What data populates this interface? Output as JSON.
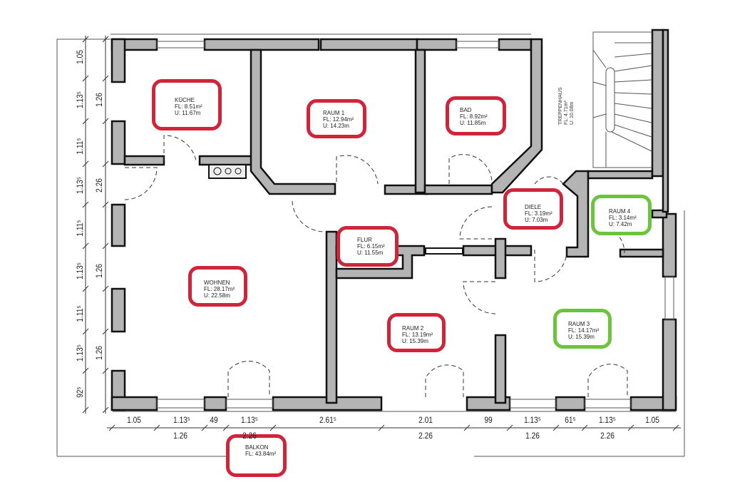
{
  "rooms": [
    {
      "name": "KÜCHE",
      "fl": "FL: 8.51m²",
      "u": "U: 11.67m",
      "highlight": "#d0243a"
    },
    {
      "name": "RAUM 1",
      "fl": "FL: 12.94m²",
      "u": "U: 14.23m",
      "highlight": "#d0243a"
    },
    {
      "name": "BAD",
      "fl": "FL: 8.92m²",
      "u": "U: 11.85m",
      "highlight": "#d0243a"
    },
    {
      "name": "DIELE",
      "fl": "FL: 3.19m²",
      "u": "U: 7.03m",
      "highlight": "#d0243a"
    },
    {
      "name": "RAUM 4",
      "fl": "FL: 3.14m²",
      "u": "U: 7.42m",
      "highlight": "#6cc43a"
    },
    {
      "name": "FLUR",
      "fl": "FL: 6.15m²",
      "u": "U: 11.55m",
      "highlight": "#d0243a"
    },
    {
      "name": "WOHNEN",
      "fl": "FL: 28.17m²",
      "u": "U: 22.58m",
      "highlight": "#d0243a"
    },
    {
      "name": "RAUM 2",
      "fl": "FL: 13.19m²",
      "u": "U: 15.39m",
      "highlight": "#d0243a"
    },
    {
      "name": "RAUM 3",
      "fl": "FL: 14.17m²",
      "u": "U: 15.39m",
      "highlight": "#6cc43a"
    },
    {
      "name": "BALKON",
      "fl": "FL: 43.84m²",
      "highlight": "#d0243a"
    }
  ],
  "treppenhaus": {
    "name": "TREPPENHAUS",
    "fl": "FL: 4.71m²",
    "u": "U: 10.08m"
  },
  "dimensions": {
    "bottom_row1": [
      "1.05",
      "1.13⁵",
      "49",
      "1.13⁵",
      "2.61⁵",
      "2.01",
      "99",
      "1.13⁵",
      "61⁵",
      "1.13⁵",
      "1.05"
    ],
    "bottom_row2": [
      "1.26",
      "2.26",
      "2.26",
      "1.26",
      "2.26"
    ],
    "left_outer": [
      "1.05",
      "1.13⁵",
      "1.11⁵",
      "1.13⁵",
      "1.11⁵",
      "1.13⁵",
      "1.11⁵",
      "1.13⁵",
      "92⁵"
    ],
    "left_inner": [
      "1.26",
      "2.26",
      "1.26",
      "1.26"
    ]
  }
}
